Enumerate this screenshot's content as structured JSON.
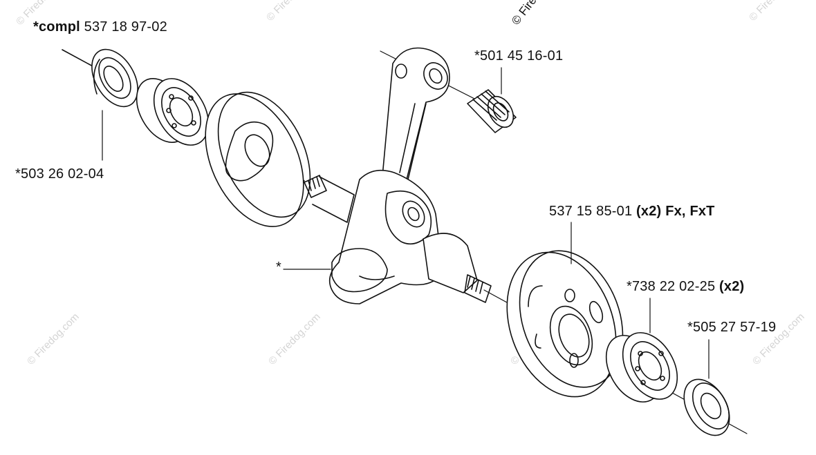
{
  "watermark": {
    "text": "© Firedog.com",
    "color": "#d4d4d4"
  },
  "callouts": {
    "kit": {
      "prefix": "*compl",
      "number": "537 18 97-02"
    },
    "seal_left": {
      "number": "*503 26 02-04"
    },
    "needle_bearing": {
      "number": "*501 45 16-01"
    },
    "crankshaft": {
      "number": "*"
    },
    "flywheel_flange": {
      "number": "537 15 85-01",
      "qty": "(x2)",
      "models": "Fx, FxT"
    },
    "ball_bearing_right": {
      "number": "*738 22 02-25",
      "qty": "(x2)"
    },
    "seal_right": {
      "number": "*505 27 57-19"
    }
  }
}
